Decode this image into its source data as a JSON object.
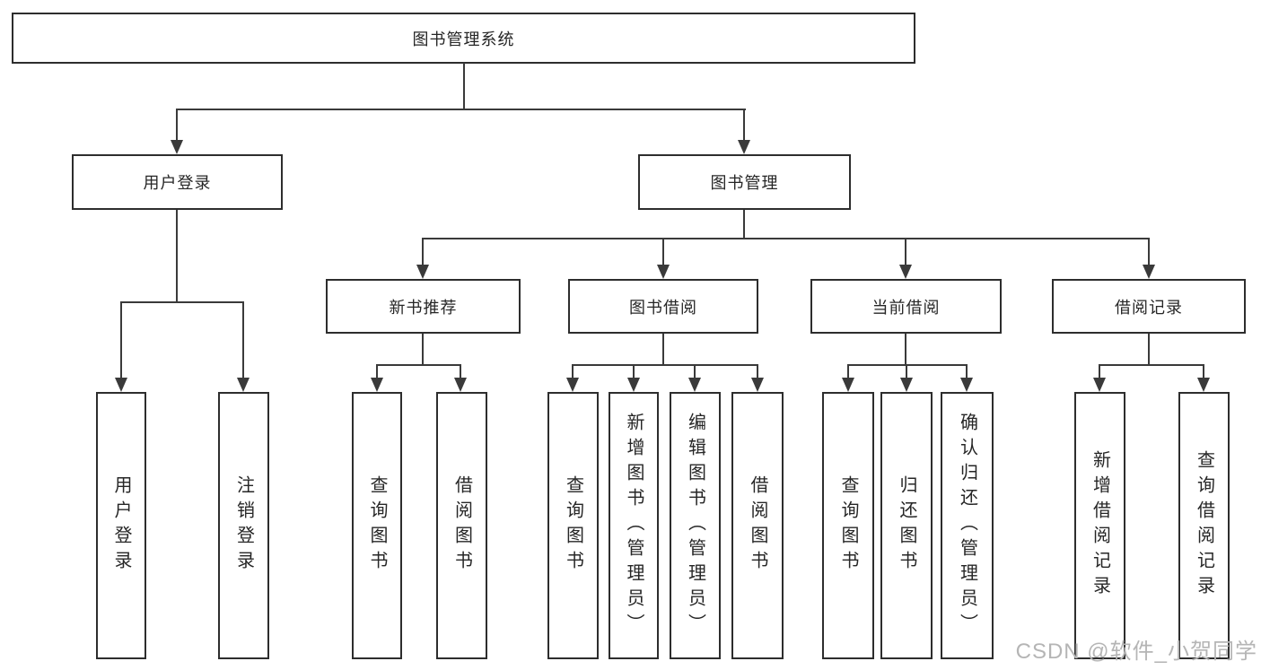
{
  "diagram": {
    "title": "图书管理系统",
    "type": "hierarchy-tree",
    "colors": {
      "line": "#3a3a3a",
      "box_border": "#2d2d2d",
      "box_fill": "#ffffff",
      "text": "#262626",
      "watermark": "#b5b5b5"
    }
  },
  "root": {
    "label": "图书管理系统"
  },
  "branches": [
    {
      "label": "用户登录",
      "leaves": [
        {
          "label": "用户登录"
        },
        {
          "label": "注销登录"
        }
      ]
    },
    {
      "label": "图书管理",
      "groups": [
        {
          "label": "新书推荐",
          "leaves": [
            {
              "label": "查询图书"
            },
            {
              "label": "借阅图书"
            }
          ]
        },
        {
          "label": "图书借阅",
          "leaves": [
            {
              "label": "查询图书"
            },
            {
              "label": "新增图书（管理员）"
            },
            {
              "label": "编辑图书（管理员）"
            },
            {
              "label": "借阅图书"
            }
          ]
        },
        {
          "label": "当前借阅",
          "leaves": [
            {
              "label": "查询图书"
            },
            {
              "label": "归还图书"
            },
            {
              "label": "确认归还（管理员）"
            }
          ]
        },
        {
          "label": "借阅记录",
          "leaves": [
            {
              "label": "新增借阅记录"
            },
            {
              "label": "查询借阅记录"
            }
          ]
        }
      ]
    }
  ],
  "watermark": {
    "text": "CSDN @软件_小贺同学"
  }
}
